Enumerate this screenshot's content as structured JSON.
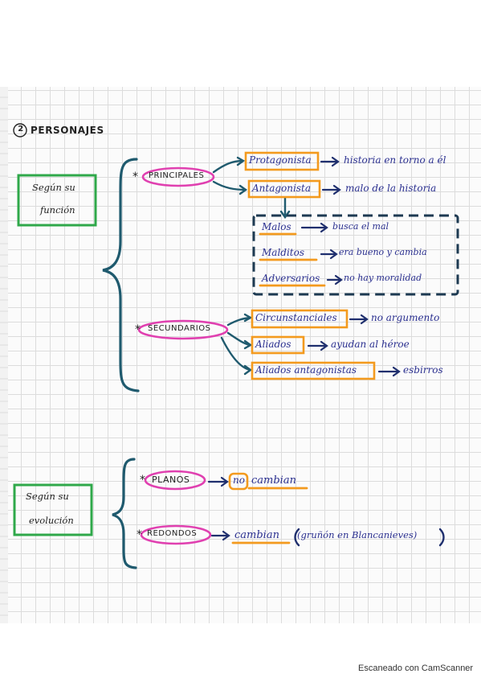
{
  "section": {
    "number": "2",
    "title": "PERSONAJES"
  },
  "criteria": {
    "funcion": {
      "line1": "Según su",
      "line2": "función"
    },
    "evolucion": {
      "line1": "Según su",
      "line2": "evolución"
    }
  },
  "principales": {
    "label": "PRINCIPALES",
    "protagonista": {
      "term": "Protagonista",
      "desc": "historia en torno a él"
    },
    "antagonista": {
      "term": "Antagonista",
      "desc": "malo de la historia"
    },
    "subtypes": [
      {
        "term": "Malos",
        "desc": "busca el mal"
      },
      {
        "term": "Malditos",
        "desc": "era bueno y cambia"
      },
      {
        "term": "Adversarios",
        "desc": "no hay moralidad"
      }
    ]
  },
  "secundarios": {
    "label": "SECUNDARIOS",
    "items": [
      {
        "term": "Circunstanciales",
        "desc": "no argumento"
      },
      {
        "term": "Aliados",
        "desc": "ayudan al héroe"
      },
      {
        "term": "Aliados antagonistas",
        "desc": "esbirros"
      }
    ]
  },
  "evolucion": {
    "planos": {
      "label": "PLANOS",
      "no": "no",
      "desc": "cambian"
    },
    "redondos": {
      "label": "REDONDOS",
      "desc": "cambian",
      "note": "(gruñón en Blancanieves)"
    }
  },
  "footer": "Escaneado con CamScanner",
  "colors": {
    "ink_blue": "#2a2f8f",
    "marker_pink": "#e040b0",
    "marker_orange": "#f39a1e",
    "marker_green": "#2fa84a",
    "brace_teal": "#1f5a6e",
    "dash_navy": "#1d3a52"
  }
}
